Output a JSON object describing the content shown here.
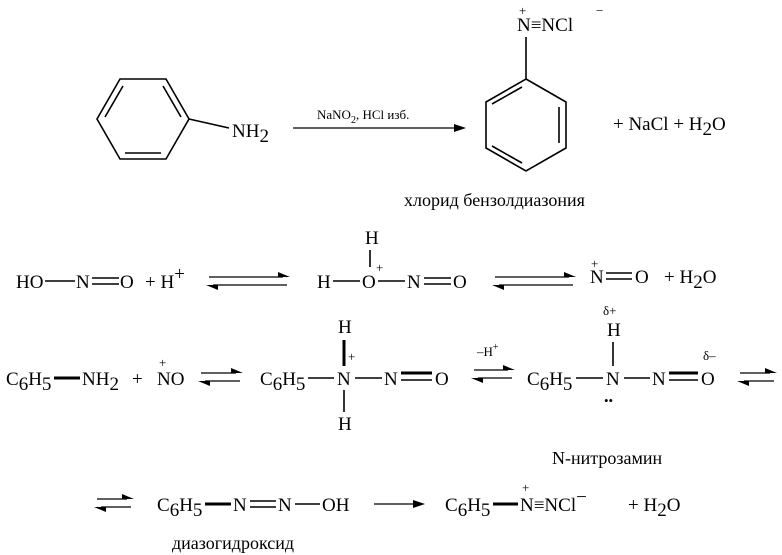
{
  "reaction1": {
    "nh": "NH",
    "sub2": "2",
    "reagent_main": "NaNO",
    "reagent_sub": "2",
    "reagent_rest": ", HCl изб.",
    "product_charge": "+",
    "product_minus": "−",
    "product_group": "N≡NCl",
    "byproducts": "+ NaCl + H",
    "water_sub": "2",
    "water_o": "O",
    "caption": "хлорид бензолдиазония"
  },
  "reaction2": {
    "ho": "HO",
    "n": "N",
    "o": "O",
    "plus_h": "+ H",
    "plus_sup": "+",
    "h": "H",
    "h_top": "H",
    "o_charge": "+",
    "n_nitrosonium_charge": "+",
    "plus_water": "+ H",
    "water_sub": "2",
    "water_o": "O"
  },
  "reaction3": {
    "c6h5_c": "C",
    "sub6": "6",
    "h5": "H",
    "sub5": "5",
    "nh": "NH",
    "sub2": "2",
    "plus": "+",
    "no": "NO",
    "no_charge": "+",
    "h": "H",
    "n": "N",
    "o": "O",
    "n_charge": "+",
    "minus_h": "–H",
    "minus_h_sup": "+",
    "delta_plus": "δ+",
    "delta_minus": "δ–",
    "lone_pair": "••",
    "caption": "N-нитрозамин"
  },
  "reaction4": {
    "c": "C",
    "sub6": "6",
    "h5": "H",
    "sub5": "5",
    "n": "N",
    "oh": "OH",
    "charge": "+",
    "n_ncl": "N≡NCl",
    "minus_sup": "−",
    "plus_water": "+ H",
    "water_sub": "2",
    "water_o": "O",
    "caption": "диазогидроксид"
  }
}
